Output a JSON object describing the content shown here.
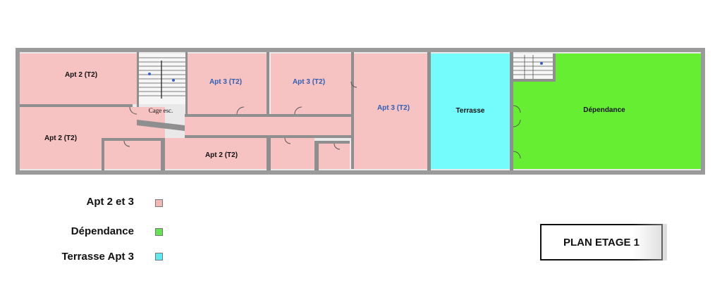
{
  "rooms": {
    "apt2_top": "Apt 2 (T2)",
    "apt2_left": "Apt 2 (T2)",
    "apt2_bottom": "Apt 2 (T2)",
    "apt3_a": "Apt 3 (T2)",
    "apt3_b": "Apt 3 (T2)",
    "apt3_c": "Apt 3 (T2)",
    "stair": "Cage esc.",
    "terrasse": "Terrasse",
    "dependance": "Dépendance"
  },
  "legend": [
    {
      "label": "Apt 2 et 3",
      "color": "#f2b8b8"
    },
    {
      "label": "Dépendance",
      "color": "#66e255"
    },
    {
      "label": "Terrasse Apt 3",
      "color": "#5ee8f0"
    }
  ],
  "title": "PLAN ETAGE 1",
  "colors": {
    "apartment_fill": "#f6c2c2",
    "terrasse_fill": "#74fbfb",
    "dependance_fill": "#66ee33",
    "wall": "#8f8f8f",
    "apt3_text": "#2f5fb4"
  }
}
